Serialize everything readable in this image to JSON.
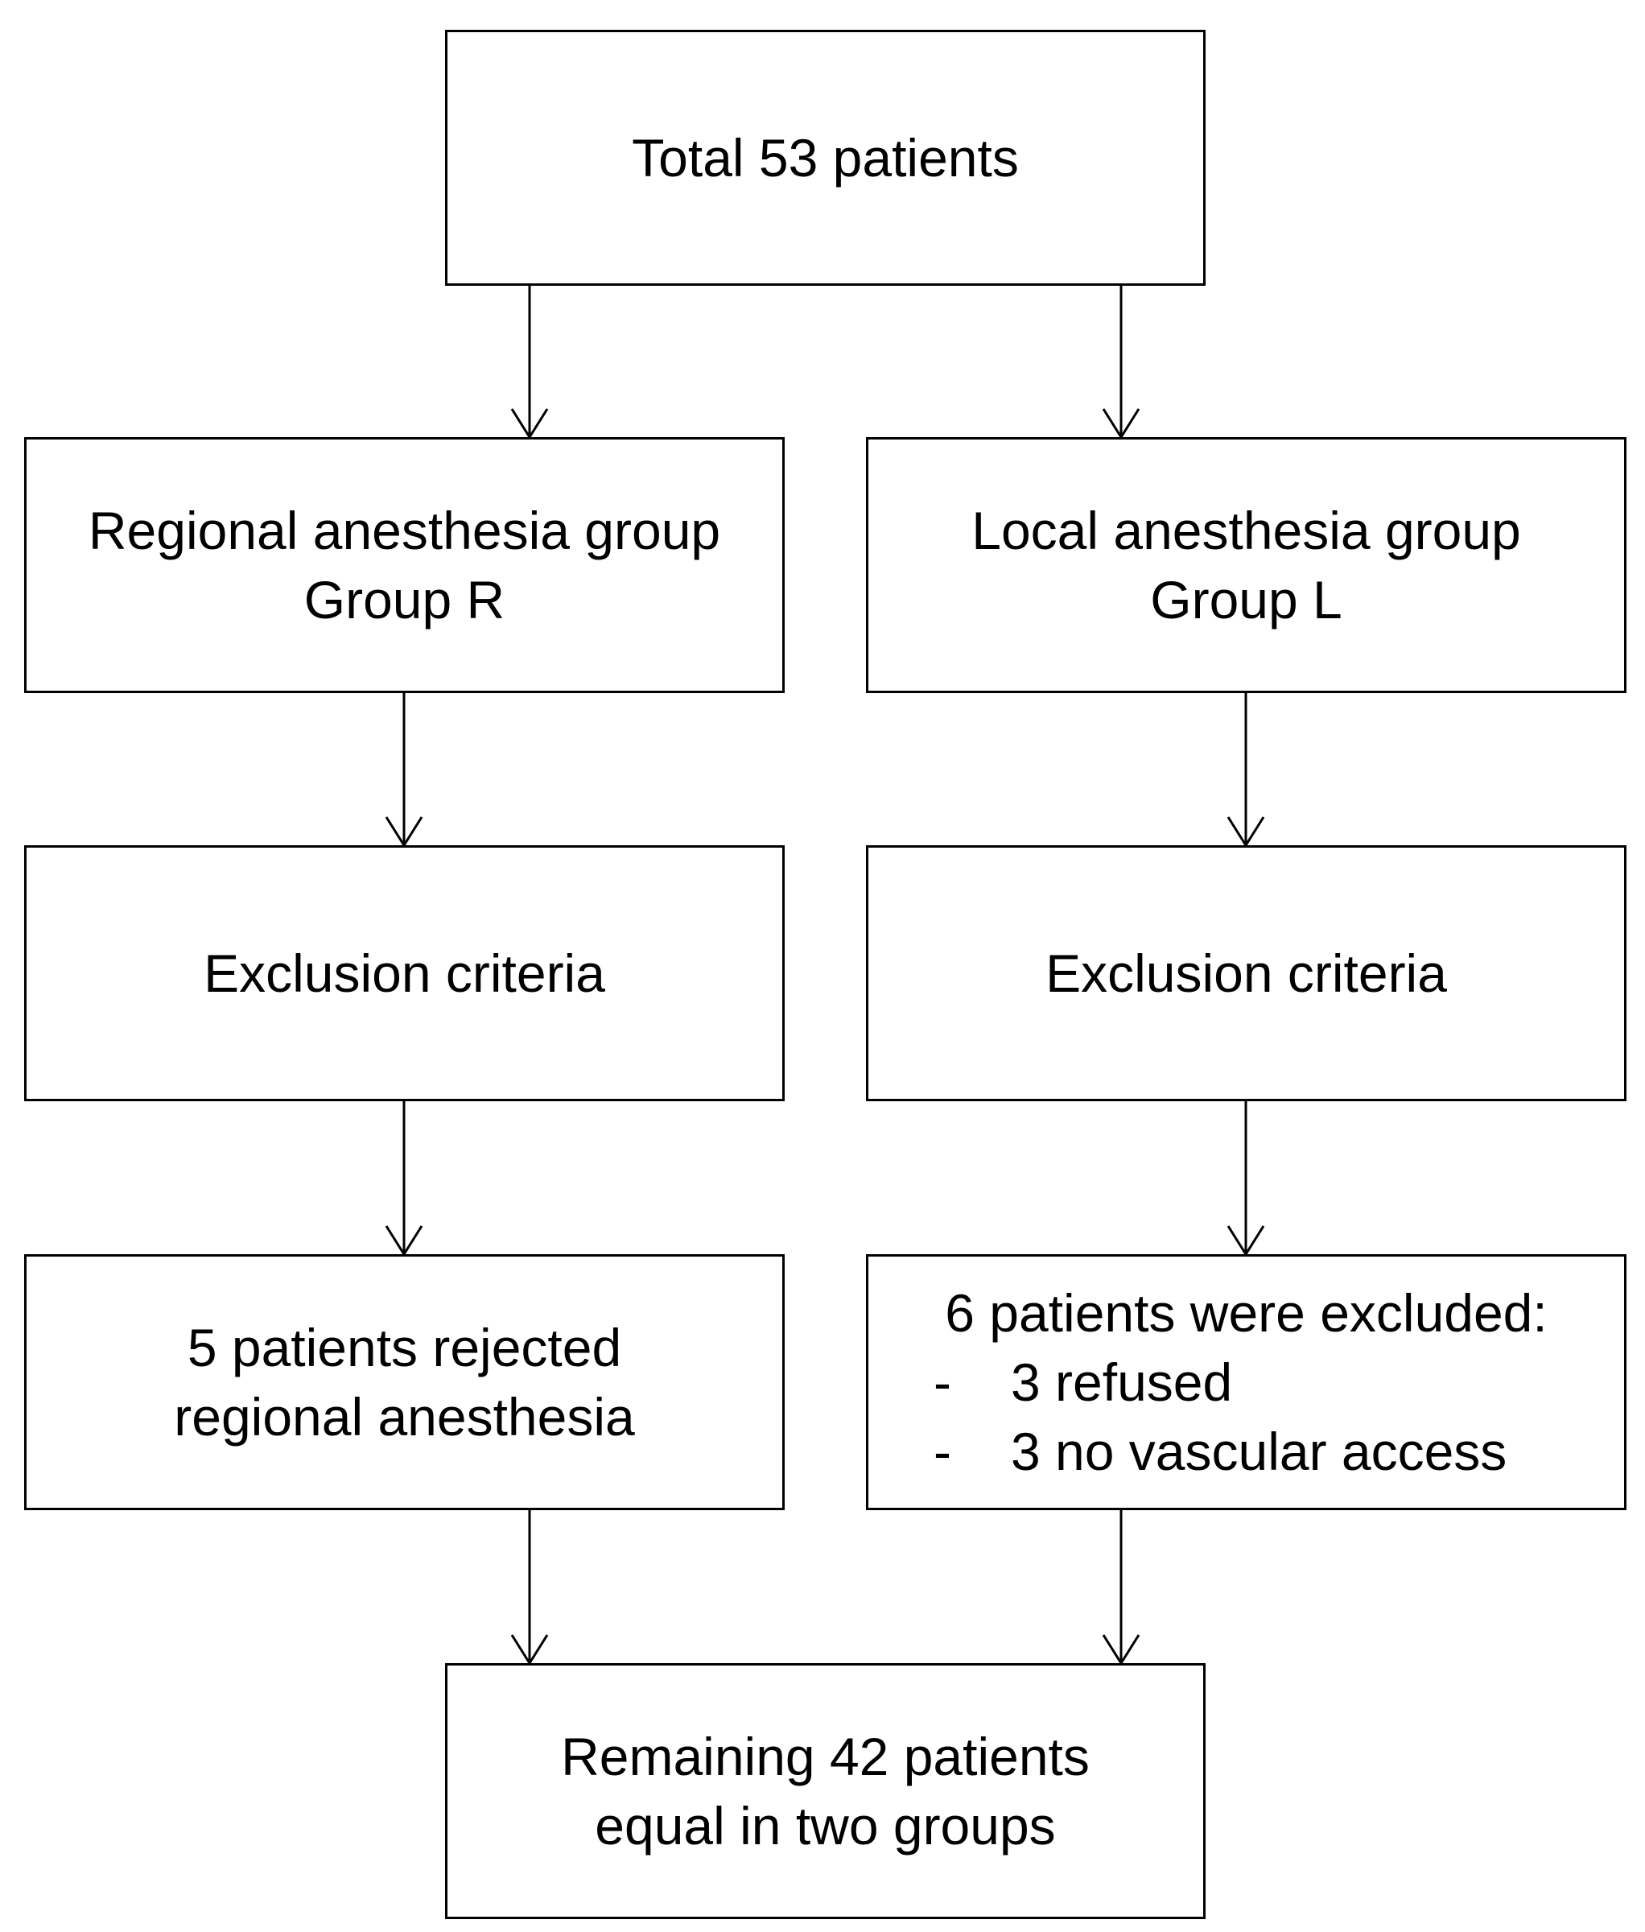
{
  "diagram": {
    "total": {
      "text": "Total 53 patients"
    },
    "regional": {
      "line1": "Regional anesthesia group",
      "line2": "Group R"
    },
    "local": {
      "line1": "Local anesthesia group",
      "line2": "Group L"
    },
    "exclusion_r": {
      "text": "Exclusion criteria"
    },
    "exclusion_l": {
      "text": "Exclusion criteria"
    },
    "rejected_r": {
      "line1": "5 patients rejected",
      "line2": "regional anesthesia"
    },
    "excluded_l": {
      "heading": "6 patients were excluded:",
      "items": [
        {
          "marker": "-",
          "text": "3 refused"
        },
        {
          "marker": "-",
          "text": "3 no vascular access"
        }
      ]
    },
    "remaining": {
      "line1": "Remaining 42 patients",
      "line2": "equal in two groups"
    }
  }
}
